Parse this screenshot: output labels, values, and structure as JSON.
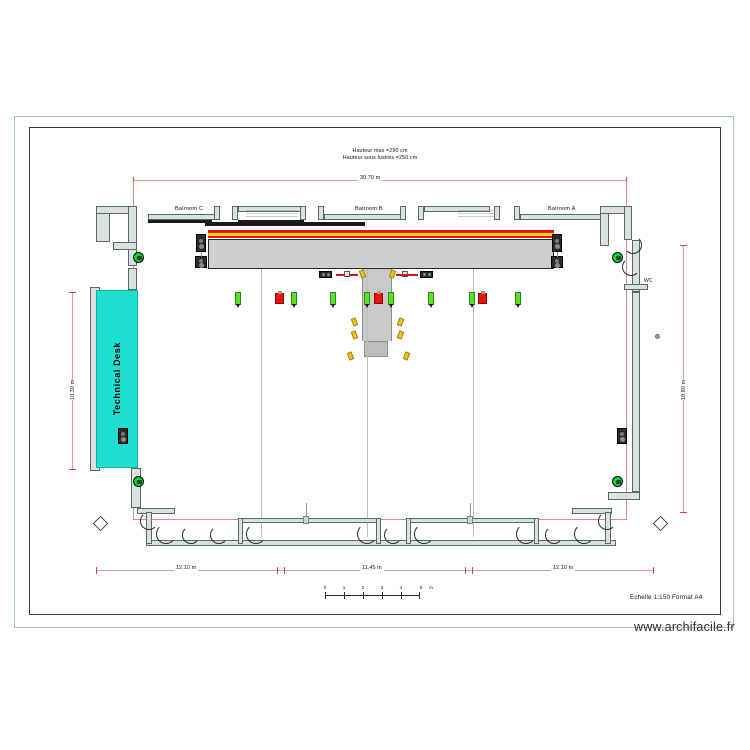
{
  "document": {
    "watermark": "www.archifacile.fr",
    "scale_note": "Echelle 1:150 Format A4"
  },
  "notes": {
    "height_max": "Hauteur max =290 cm",
    "height_under_chandeliers": "Hauteur sous lustres =250 cm"
  },
  "rooms": [
    {
      "name": "balroom-c",
      "label": "Balroom C"
    },
    {
      "name": "balroom-b",
      "label": "Balroom B"
    },
    {
      "name": "balroom-a",
      "label": "Balroom A"
    },
    {
      "name": "wc",
      "label": "WC"
    },
    {
      "name": "technical-desk",
      "label": "Technical Desk"
    }
  ],
  "dimensions": {
    "top_overall": "30.70 m",
    "bottom_left": "12.10 m",
    "bottom_center": "11.45 m",
    "bottom_right": "12.10 m",
    "left_vertical": "10.30 m",
    "right_vertical": "18.80 m"
  },
  "scalebar": {
    "ticks": [
      "0",
      "1",
      "2",
      "3",
      "4",
      "5"
    ],
    "unit": "m"
  },
  "colors": {
    "technical_desk_fill": "#1fe0d0",
    "stage_front_red": "#e8130f",
    "stage_front_yellow": "#e8d21a",
    "fixture_green": "#5ce02a",
    "fixture_red": "#e8130f",
    "exit_marker": "#11d13a",
    "dimension_line": "#e79a9a",
    "wall": "#d9e2dc",
    "frame_outer": "#9fc3de"
  }
}
